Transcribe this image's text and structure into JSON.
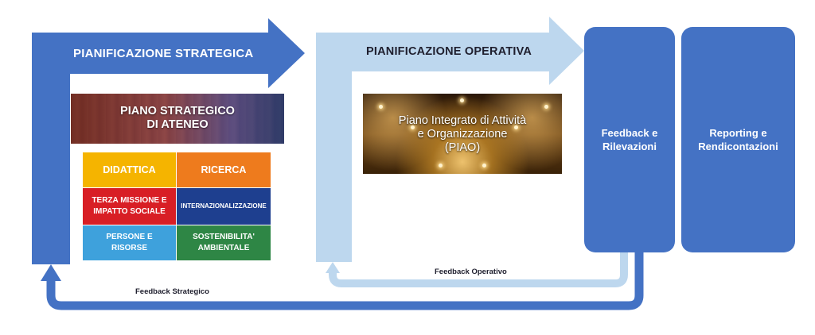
{
  "diagram": {
    "strategic_arrow_label": "PIANIFICAZIONE STRATEGICA",
    "operational_arrow_label": "PIANIFICAZIONE OPERATIVA",
    "piano_strategico": {
      "line1": "PIANO STRATEGICO",
      "line2": "DI ATENEO"
    },
    "piao": {
      "line1": "Piano Integrato di Attività",
      "line2": "e Organizzazione",
      "line3": "(PIAO)"
    },
    "tiles": [
      {
        "label": "DIDATTICA",
        "color": "#f5b400"
      },
      {
        "label": "RICERCA",
        "color": "#ee7b1d"
      },
      {
        "label_line1": "TERZA MISSIONE E",
        "label_line2": "IMPATTO SOCIALE",
        "color": "#d81e25"
      },
      {
        "label": "INTERNAZIONALIZZAZIONE",
        "color": "#1e3f8f"
      },
      {
        "label_line1": "PERSONE E",
        "label_line2": "RISORSE",
        "color": "#3ea1dc"
      },
      {
        "label_line1": "SOSTENIBILITA'",
        "label_line2": "AMBIENTALE",
        "color": "#2e8645"
      }
    ],
    "feedback_box": {
      "line1": "Feedback e",
      "line2": "Rilevazioni"
    },
    "reporting_box": {
      "line1": "Reporting e",
      "line2": "Rendicontazioni"
    },
    "feedback_operativo": "Feedback Operativo",
    "feedback_strategico": "Feedback Strategico",
    "colors": {
      "strategic_blue": "#4472c4",
      "operational_light_blue": "#bdd7ee",
      "text_dark": "#1f1f2e"
    }
  }
}
